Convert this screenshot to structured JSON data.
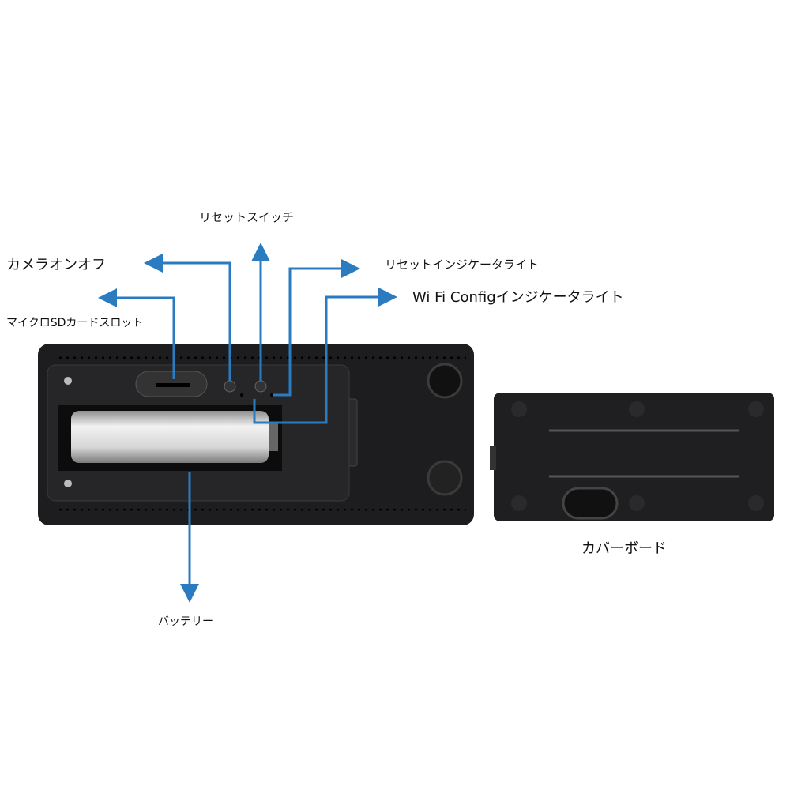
{
  "labels": {
    "reset_switch": "リセットスイッチ",
    "camera_onoff": "カメラオンオフ",
    "reset_indicator": "リセットインジケータライト",
    "wifi_indicator": "Wi Fi Configインジケータライト",
    "sd_slot": "マイクロSDカードスロット",
    "battery": "バッテリー",
    "cover_board": "カバーボード"
  },
  "colors": {
    "arrow": "#2a7bbf",
    "device": "#1d1d1f"
  }
}
